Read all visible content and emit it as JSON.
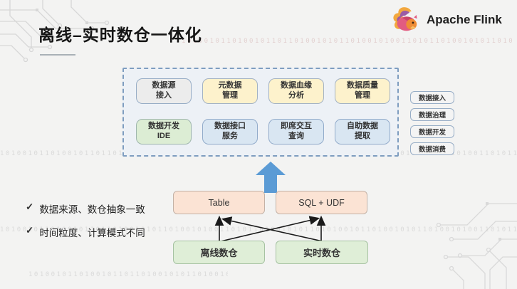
{
  "header": {
    "title": "离线–实时数仓一体化",
    "logo_text": "Apache Flink"
  },
  "platform": {
    "boxes": [
      {
        "label": "数据源\n接入",
        "type": "access"
      },
      {
        "label": "元数据\n管理",
        "type": "governance"
      },
      {
        "label": "数据血缘\n分析",
        "type": "governance"
      },
      {
        "label": "数据质量\n管理",
        "type": "governance"
      },
      {
        "label": "数据开发\nIDE",
        "type": "develop"
      },
      {
        "label": "数据接口\n服务",
        "type": "consume"
      },
      {
        "label": "即席交互\n查询",
        "type": "consume"
      },
      {
        "label": "自助数据\n提取",
        "type": "consume"
      }
    ]
  },
  "legend": {
    "items": [
      {
        "label": "数据接入",
        "type": "access"
      },
      {
        "label": "数据治理",
        "type": "governance"
      },
      {
        "label": "数据开发",
        "type": "develop"
      },
      {
        "label": "数据消费",
        "type": "consume"
      }
    ]
  },
  "abstraction": {
    "boxes": [
      {
        "label": "Table"
      },
      {
        "label": "SQL + UDF"
      }
    ]
  },
  "warehouses": {
    "boxes": [
      {
        "label": "离线数仓"
      },
      {
        "label": "实时数仓"
      }
    ]
  },
  "bullets": {
    "items": [
      {
        "mark": "✓",
        "text": "数据来源、数仓抽象一致"
      },
      {
        "mark": "✓",
        "text": "时间粒度、计算模式不同"
      }
    ]
  },
  "colors": {
    "accent_blue": "#5b9bd5",
    "dashed_border": "#7e9dc0",
    "access_fill": "#ececec",
    "governance_fill": "#fdf2cc",
    "develop_fill": "#dcedd4",
    "consume_fill": "#d9e6f2",
    "abstraction_fill": "#fbe3d4",
    "warehouse_fill": "#dfeed7"
  },
  "decor": {
    "binary": "10100101101001011011010010101101001010011010110100101011010100101101001010110100101001101011010010101101010010110100101011010010100110101101001010110100101011"
  }
}
